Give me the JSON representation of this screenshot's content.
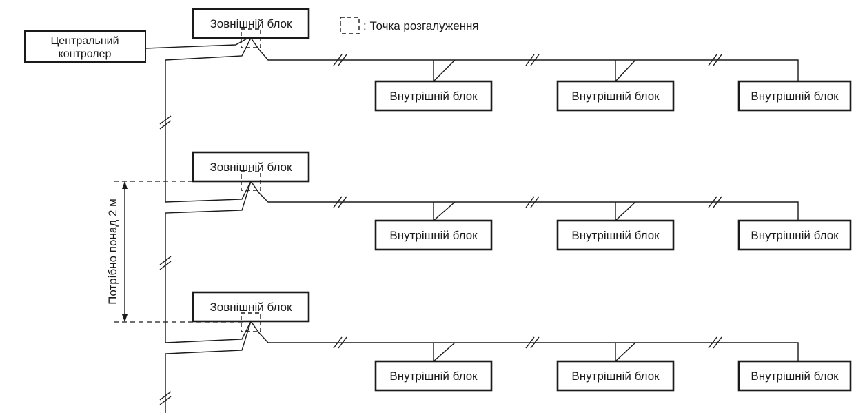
{
  "legend": {
    "branch_point": ": Точка розгалуження"
  },
  "central_controller": {
    "line1": "Центральний",
    "line2": "контролер"
  },
  "dimension": {
    "label": "Потрібно понад 2 м"
  },
  "groups": [
    {
      "outdoor": "Зовнішній блок",
      "indoor": [
        "Внутрішній блок",
        "Внутрішній блок",
        "Внутрішній блок"
      ]
    },
    {
      "outdoor": "Зовнішній блок",
      "indoor": [
        "Внутрішній блок",
        "Внутрішній блок",
        "Внутрішній блок"
      ]
    },
    {
      "outdoor": "Зовнішній блок",
      "indoor": [
        "Внутрішній блок",
        "Внутрішній блок",
        "Внутрішній блок"
      ]
    }
  ],
  "colors": {
    "line": "#1a1a1a",
    "background": "#ffffff"
  }
}
